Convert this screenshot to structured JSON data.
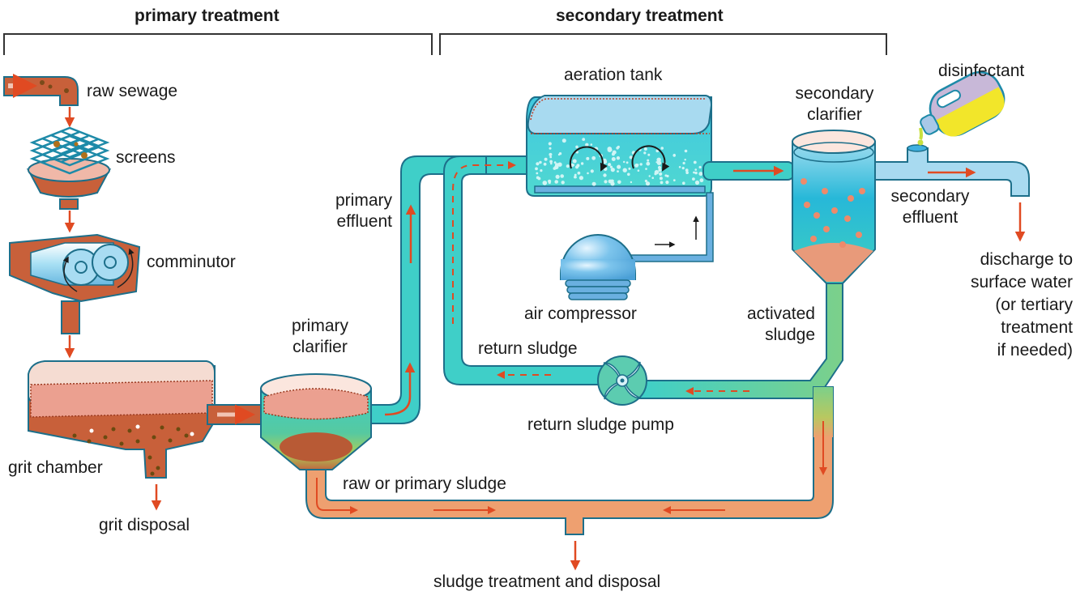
{
  "sections": {
    "primary": "primary treatment",
    "secondary": "secondary treatment"
  },
  "labels": {
    "raw_sewage": "raw sewage",
    "screens": "screens",
    "comminutor": "comminutor",
    "grit_chamber": "grit chamber",
    "grit_disposal": "grit disposal",
    "primary_clarifier": [
      "primary",
      "clarifier"
    ],
    "primary_effluent": [
      "primary",
      "effluent"
    ],
    "aeration_tank": "aeration tank",
    "air_compressor": "air compressor",
    "return_sludge": "return sludge",
    "return_sludge_pump": "return sludge pump",
    "secondary_clarifier": [
      "secondary",
      "clarifier"
    ],
    "activated_sludge": [
      "activated",
      "sludge"
    ],
    "disinfectant": "disinfectant",
    "secondary_effluent": [
      "secondary",
      "effluent"
    ],
    "discharge": [
      "discharge to",
      "surface water",
      "(or tertiary",
      "treatment",
      "if needed)"
    ],
    "raw_or_primary_sludge": "raw or primary sludge",
    "sludge_treatment": "sludge treatment and disposal"
  },
  "colors": {
    "sewage": "#c8603a",
    "sewage_light": "#f2c4b4",
    "water": "#3fcfc8",
    "water_blue": "#8fd0ec",
    "outline": "#1d6f8a",
    "arrow": "#e04a22",
    "sludge_pipe": "#eea070",
    "disinfectant": "#f2e62a"
  }
}
